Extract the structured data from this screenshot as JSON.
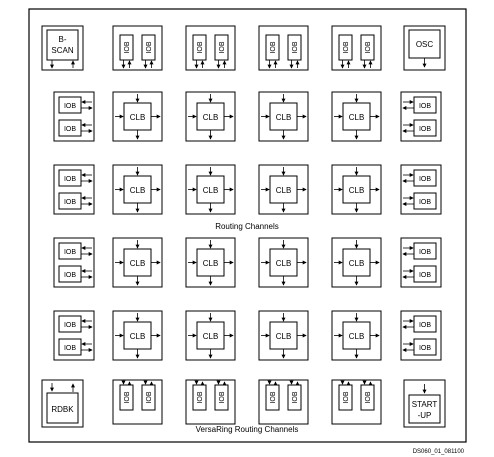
{
  "labels": {
    "bscan_line1": "B-",
    "bscan_line2": "SCAN",
    "osc": "OSC",
    "rdbk": "RDBK",
    "startup_line1": "START",
    "startup_line2": "-UP",
    "iob": "IOB",
    "clb": "CLB",
    "routing_channels": "Routing Channels",
    "versaring": "VersaRing Routing Channels",
    "figure_id": "DS060_01_081100"
  },
  "grid": {
    "clb_rows": 4,
    "clb_cols": 4,
    "top_iob_columns": 4,
    "bottom_iob_columns": 4,
    "left_iob_rows": 4,
    "right_iob_rows": 4
  }
}
